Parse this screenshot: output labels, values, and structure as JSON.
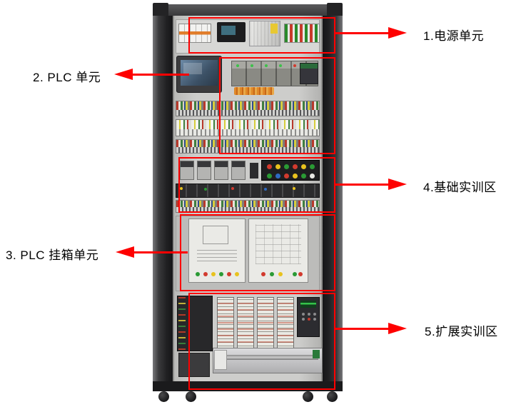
{
  "annotations": [
    {
      "label": "1.电源单元",
      "side": "right"
    },
    {
      "label": "2. PLC 单元",
      "side": "left"
    },
    {
      "label": "3. PLC 挂箱单元",
      "side": "left"
    },
    {
      "label": "4.基础实训区",
      "side": "right"
    },
    {
      "label": "5.扩展实训区",
      "side": "right"
    }
  ],
  "colors": {
    "annotation": "#fe0000",
    "cabinet_frame": "#2c2c2e",
    "mounting_panel": "#cdcdcb",
    "background": "#ffffff"
  }
}
